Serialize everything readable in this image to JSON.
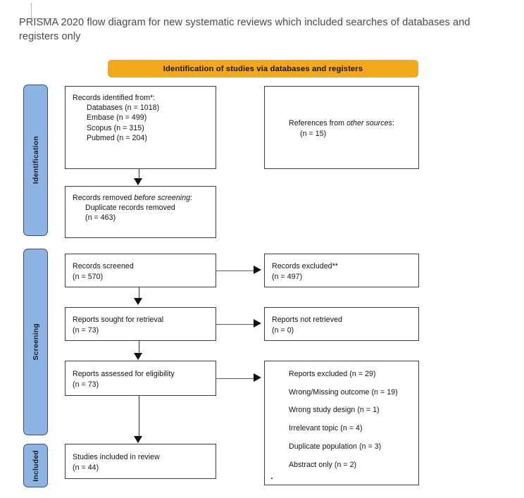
{
  "title": "PRISMA 2020 flow diagram for new systematic reviews which included searches of databases and registers only",
  "colors": {
    "banner": "#F5A81C",
    "stage_bar": "#8DB4E2",
    "stage_bar_border": "#2E4F76",
    "box_border": "#3b3b3b",
    "text": "#121212"
  },
  "banner": {
    "label": "Identification of studies via databases and registers"
  },
  "stages": [
    {
      "key": "identification",
      "label": "Identification"
    },
    {
      "key": "screening",
      "label": "Screening"
    },
    {
      "key": "included",
      "label": "Included"
    }
  ],
  "boxes": {
    "identified": {
      "heading": "Records identified from*:",
      "items": [
        "Databases (n = 1018)",
        "Embase (n = 499)",
        "Scopus (n = 315)",
        "Pubmed (n = 204)"
      ]
    },
    "references": {
      "lead": "References from ",
      "emphasis": "other sources",
      "trail": ":",
      "count": "(n = 15)"
    },
    "removed": {
      "lead": "Records removed ",
      "emphasis": "before screening",
      "trail": ":",
      "item": "Duplicate records removed",
      "count": "(n = 463)"
    },
    "screened": {
      "label": "Records screened",
      "count": "(n = 570)"
    },
    "excluded": {
      "label": "Records excluded**",
      "count": "(n = 497)"
    },
    "sought": {
      "label": "Reports sought for retrieval",
      "count": "(n = 73)"
    },
    "not_retrieved": {
      "label": "Reports not retrieved",
      "count": "(n = 0)"
    },
    "assessed": {
      "label": "Reports assessed for eligibility",
      "count": "(n = 73)"
    },
    "reasons": {
      "items": [
        "Reports excluded (n = 29)",
        "Wrong/Missing outcome (n = 19)",
        "Wrong study design (n = 1)",
        "Irrelevant topic (n = 4)",
        "Duplicate population (n = 3)",
        "Abstract only (n = 2)"
      ]
    },
    "included": {
      "label": "Studies included in review",
      "count": "(n = 44)"
    }
  }
}
